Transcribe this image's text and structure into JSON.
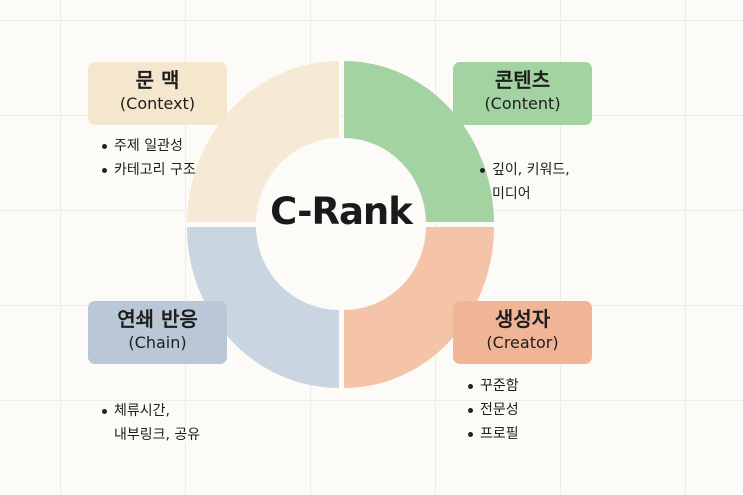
{
  "center_label": "C-Rank",
  "colors": {
    "context": "#f6ead6",
    "content": "#a2d3a1",
    "chain": "#c9d5e1",
    "creator": "#f5c3a8"
  },
  "quadrants": {
    "context": {
      "title_ko": "문 맥",
      "title_en": "(Context)",
      "bullets": [
        "주제 일관성",
        "카테고리 구조"
      ]
    },
    "content": {
      "title_ko": "콘텐츠",
      "title_en": "(Content)",
      "bullets": [
        "깊이, 키워드,\n미디어"
      ]
    },
    "chain": {
      "title_ko": "연쇄 반응",
      "title_en": "(Chain)",
      "bullets": [
        "체류시간,\n내부링크, 공유"
      ]
    },
    "creator": {
      "title_ko": "생성자",
      "title_en": "(Creator)",
      "bullets": [
        "꾸준함",
        "전문성",
        "프로필"
      ]
    }
  }
}
